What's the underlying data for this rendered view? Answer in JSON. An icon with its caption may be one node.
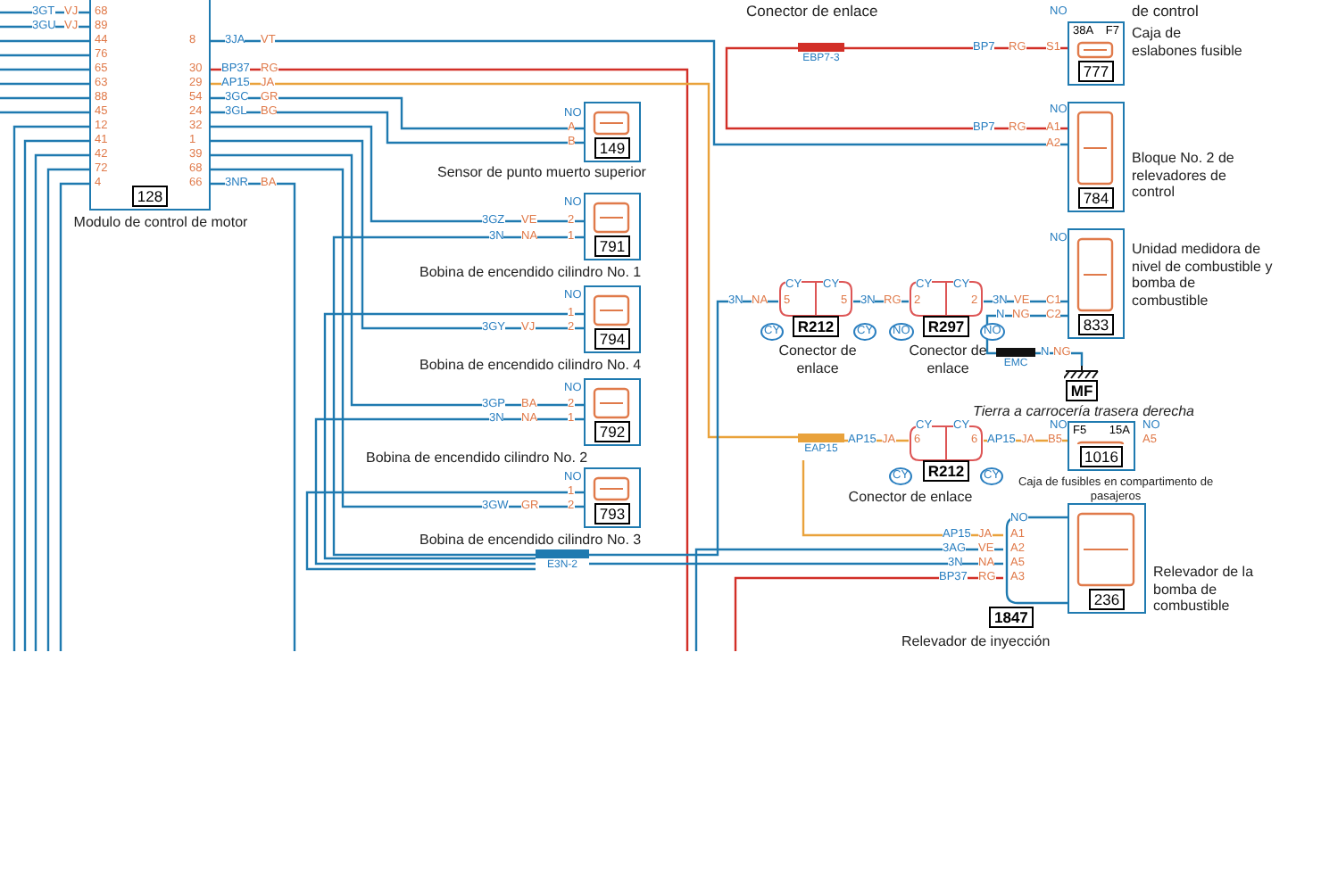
{
  "diagram": {
    "nodes": [
      {
        "text": [
          "128"
        ],
        "beside": [
          "Modulo de control de motor"
        ]
      },
      {
        "text": [
          "149"
        ],
        "beside": [
          "Sensor de punto muerto superior"
        ]
      },
      {
        "text": [
          "791"
        ],
        "beside": [
          "Bobina de encendido cilindro No. 1"
        ]
      },
      {
        "text": [
          "794"
        ],
        "beside": [
          "Bobina de encendido cilindro No. 4"
        ]
      },
      {
        "text": [
          "792"
        ],
        "beside": [
          "Bobina de encendido cilindro No. 2"
        ]
      },
      {
        "text": [
          "793"
        ],
        "beside": [
          "Bobina de encendido cilindro No. 3"
        ]
      },
      {
        "text": [
          "E3N-2"
        ]
      },
      {
        "text": [
          "EBP7-3"
        ]
      },
      {
        "text": [
          "38A",
          "F7",
          "777"
        ],
        "beside": [
          "Caja de eslabones fusible"
        ]
      },
      {
        "text": [
          "784"
        ],
        "beside": [
          "Bloque No. 2 de relevadores de control"
        ]
      },
      {
        "text": [
          "R212"
        ],
        "beside": [
          "Conector de enlace"
        ]
      },
      {
        "text": [
          "R297"
        ],
        "beside": [
          "Conector de enlace"
        ]
      },
      {
        "text": [
          "833"
        ],
        "beside": [
          "Unidad medidora de nivel de combustible y bomba de combustible"
        ]
      },
      {
        "text": [
          "EMC"
        ]
      },
      {
        "text": [
          "MF"
        ],
        "beside": [
          "Tierra a carrocería trasera derecha"
        ]
      },
      {
        "text": [
          "EAP15"
        ]
      },
      {
        "text": [
          "R212"
        ],
        "beside": [
          "Conector de enlace"
        ]
      },
      {
        "text": [
          "F5",
          "15A",
          "1016"
        ],
        "beside": [
          "Caja de fusibles en compartimento de pasajeros"
        ]
      },
      {
        "text": [
          "236"
        ],
        "beside": [
          "Relevador de la bomba de combustible"
        ]
      },
      {
        "text": [
          "1847"
        ],
        "beside": [
          "Relevador de inyección"
        ]
      }
    ],
    "edges": [
      {
        "from": null,
        "to": 0,
        "arrow": "none"
      },
      {
        "from": null,
        "to": 0,
        "arrow": "none"
      },
      {
        "from": null,
        "to": 0,
        "arrow": "none"
      },
      {
        "from": null,
        "to": 0,
        "arrow": "none"
      },
      {
        "from": null,
        "to": 0,
        "arrow": "none"
      },
      {
        "from": null,
        "to": 0,
        "arrow": "none"
      },
      {
        "from": null,
        "to": 0,
        "arrow": "none"
      },
      {
        "from": null,
        "to": 0,
        "arrow": "none"
      },
      {
        "from": null,
        "to": 0,
        "arrow": "none"
      },
      {
        "from": null,
        "to": 0,
        "arrow": "none"
      },
      {
        "from": null,
        "to": 0,
        "arrow": "none"
      },
      {
        "from": null,
        "to": 0,
        "arrow": "none"
      },
      {
        "from": null,
        "to": 0,
        "arrow": "none"
      },
      {
        "from": 0,
        "to": 9,
        "arrow": "none"
      },
      {
        "from": 0,
        "to": null,
        "arrow": "none",
        "color": "#d22f27"
      },
      {
        "from": null,
        "to": 19,
        "arrow": "none",
        "color": "#d22f27"
      },
      {
        "from": 0,
        "to": 15,
        "arrow": "none",
        "color": "#e9a23b"
      },
      {
        "from": 15,
        "to": 16,
        "arrow": "none",
        "color": "#e9a23b"
      },
      {
        "from": 16,
        "to": 17,
        "arrow": "none",
        "color": "#e9a23b"
      },
      {
        "from": 15,
        "to": 19,
        "arrow": "none",
        "color": "#e9a23b"
      },
      {
        "from": 0,
        "to": 1,
        "arrow": "none"
      },
      {
        "from": 0,
        "to": 1,
        "arrow": "none"
      },
      {
        "from": 0,
        "to": 2,
        "arrow": "none"
      },
      {
        "from": 0,
        "to": 3,
        "arrow": "none"
      },
      {
        "from": 0,
        "to": 4,
        "arrow": "none"
      },
      {
        "from": 0,
        "to": 5,
        "arrow": "none"
      },
      {
        "from": 2,
        "to": 6,
        "arrow": "none"
      },
      {
        "from": 3,
        "to": 6,
        "arrow": "none"
      },
      {
        "from": 4,
        "to": 6,
        "arrow": "none"
      },
      {
        "from": 5,
        "to": 6,
        "arrow": "none"
      },
      {
        "from": 6,
        "to": 19,
        "arrow": "none"
      },
      {
        "from": 6,
        "to": 10,
        "arrow": "none"
      },
      {
        "from": 10,
        "to": 11,
        "arrow": "none"
      },
      {
        "from": 11,
        "to": 12,
        "arrow": "none"
      },
      {
        "from": 12,
        "to": 13,
        "arrow": "none"
      },
      {
        "from": 13,
        "to": 14,
        "arrow": "none"
      },
      {
        "from": 7,
        "to": 8,
        "arrow": "none",
        "color": "#d22f27"
      },
      {
        "from": 7,
        "to": 9,
        "arrow": "none",
        "color": "#d22f27"
      },
      {
        "from": null,
        "to": 19,
        "arrow": "none"
      },
      {
        "from": 0,
        "to": null,
        "arrow": "none"
      }
    ],
    "labels": [
      "3GT",
      "VJ",
      "68",
      "3GU",
      "VJ",
      "89",
      "44",
      "76",
      "65",
      "63",
      "88",
      "45",
      "12",
      "41",
      "42",
      "72",
      "4",
      "8",
      "3JA",
      "VT",
      "30",
      "BP37",
      "RG",
      "29",
      "AP15",
      "JA",
      "54",
      "3GC",
      "GR",
      "24",
      "3GL",
      "BG",
      "32",
      "1",
      "39",
      "68",
      "66",
      "3NR",
      "BA",
      "Conector de enlace",
      "de control",
      "NO",
      "A",
      "B",
      "NO",
      "3GZ",
      "VE",
      "2",
      "3N",
      "NA",
      "1",
      "NO",
      "1",
      "3GY",
      "VJ",
      "2",
      "NO",
      "3GP",
      "BA",
      "2",
      "3N",
      "NA",
      "1",
      "NO",
      "1",
      "3GW",
      "GR",
      "2",
      "NO",
      "BP7",
      "RG",
      "S1",
      "NO",
      "BP7",
      "RG",
      "A1",
      "A2",
      "3N",
      "NA",
      "CY",
      "CY",
      "5",
      "5",
      "CY",
      "CY",
      "3N",
      "RG",
      "CY",
      "CY",
      "2",
      "2",
      "NO",
      "NO",
      "NO",
      "3N",
      "VE",
      "C1",
      "N",
      "NG",
      "C2",
      "N",
      "NG",
      "AP15",
      "JA",
      "CY",
      "CY",
      "6",
      "6",
      "CY",
      "CY",
      "AP15",
      "JA",
      "NO",
      "B5",
      "NO",
      "A5",
      "NO",
      "AP15",
      "JA",
      "A1",
      "3AG",
      "VE",
      "A2",
      "3N",
      "NA",
      "A5",
      "BP37",
      "RG",
      "A3"
    ]
  }
}
